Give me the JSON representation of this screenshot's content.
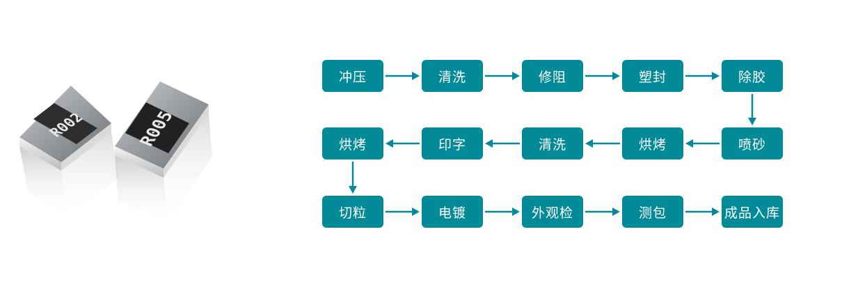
{
  "diagram": {
    "accent_color": "#038a98",
    "chips": [
      {
        "marking": "R002"
      },
      {
        "marking": "R005"
      }
    ],
    "rows": [
      [
        "冲压",
        "清洗",
        "修阻",
        "塑封",
        "除胶"
      ],
      [
        "烘烤",
        "印字",
        "清洗",
        "烘烤",
        "喷砂"
      ],
      [
        "切粒",
        "电镀",
        "外观检",
        "测包",
        "成品入库"
      ]
    ]
  }
}
